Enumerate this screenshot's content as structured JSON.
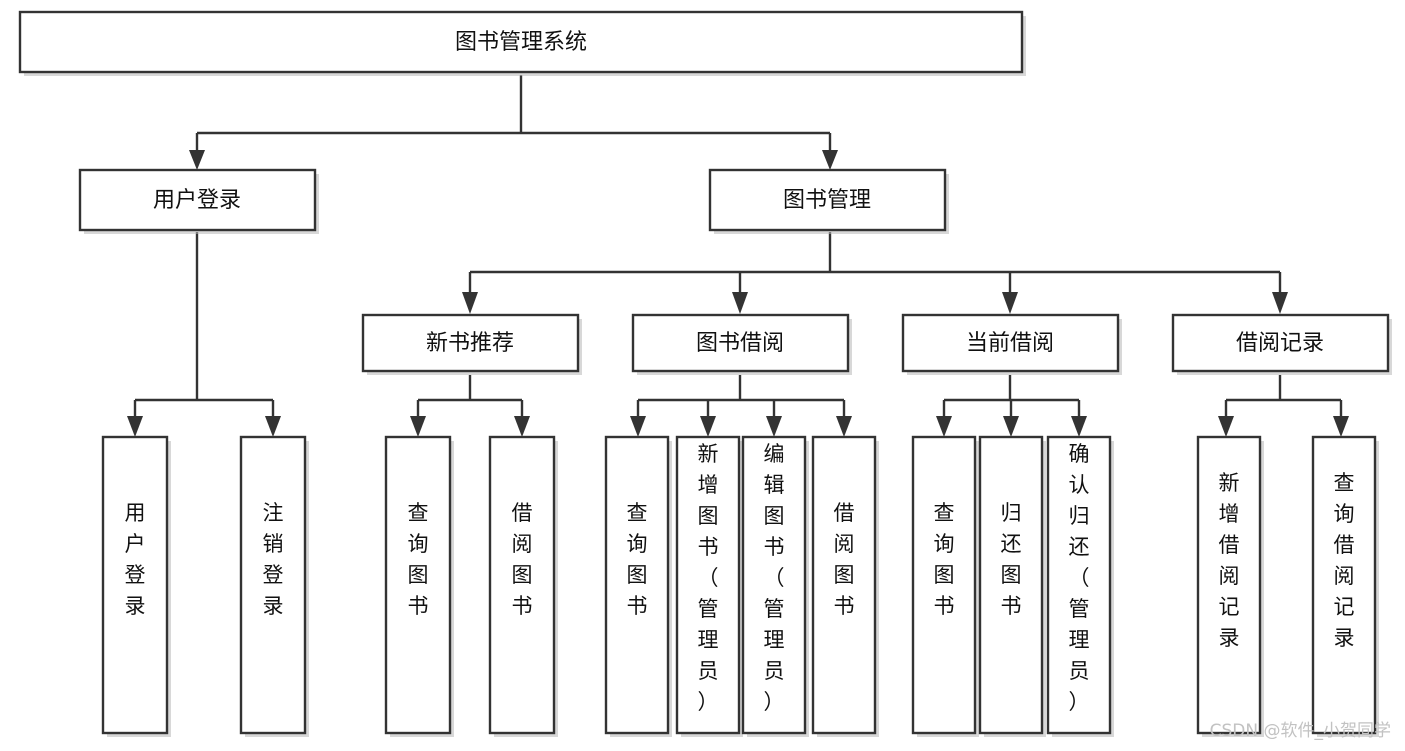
{
  "diagram": {
    "title": "图书管理系统",
    "type": "tree-hierarchy",
    "orientation": "top-down",
    "colors": {
      "box_stroke": "#333333",
      "box_fill": "#ffffff",
      "connector": "#333333",
      "text": "#111111",
      "watermark": "#c2c2c2",
      "background": "#ffffff"
    },
    "root": {
      "id": "root",
      "label": "图书管理系统",
      "orientation": "horizontal"
    },
    "level2": [
      {
        "id": "user-login",
        "label": "用户登录",
        "orientation": "horizontal"
      },
      {
        "id": "book-management",
        "label": "图书管理",
        "orientation": "horizontal"
      }
    ],
    "level3": [
      {
        "id": "new-book-recommend",
        "label": "新书推荐",
        "orientation": "horizontal",
        "parent": "book-management"
      },
      {
        "id": "book-borrow",
        "label": "图书借阅",
        "orientation": "horizontal",
        "parent": "book-management"
      },
      {
        "id": "current-borrow",
        "label": "当前借阅",
        "orientation": "horizontal",
        "parent": "book-management"
      },
      {
        "id": "borrow-record",
        "label": "借阅记录",
        "orientation": "horizontal",
        "parent": "book-management"
      }
    ],
    "leaves": [
      {
        "id": "leaf-user-login",
        "label": "用户登录",
        "parent": "user-login",
        "orientation": "vertical"
      },
      {
        "id": "leaf-logout",
        "label": "注销登录",
        "parent": "user-login",
        "orientation": "vertical"
      },
      {
        "id": "leaf-query-book-1",
        "label": "查询图书",
        "parent": "new-book-recommend",
        "orientation": "vertical"
      },
      {
        "id": "leaf-borrow-book-1",
        "label": "借阅图书",
        "parent": "new-book-recommend",
        "orientation": "vertical"
      },
      {
        "id": "leaf-query-book-2",
        "label": "查询图书",
        "parent": "book-borrow",
        "orientation": "vertical"
      },
      {
        "id": "leaf-add-book",
        "label": "新增图书（管理员）",
        "parent": "book-borrow",
        "orientation": "vertical"
      },
      {
        "id": "leaf-edit-book",
        "label": "编辑图书（管理员）",
        "parent": "book-borrow",
        "orientation": "vertical"
      },
      {
        "id": "leaf-borrow-book-2",
        "label": "借阅图书",
        "parent": "book-borrow",
        "orientation": "vertical"
      },
      {
        "id": "leaf-query-book-3",
        "label": "查询图书",
        "parent": "current-borrow",
        "orientation": "vertical"
      },
      {
        "id": "leaf-return-book",
        "label": "归还图书",
        "parent": "current-borrow",
        "orientation": "vertical"
      },
      {
        "id": "leaf-confirm-return",
        "label": "确认归还（管理员）",
        "parent": "current-borrow",
        "orientation": "vertical"
      },
      {
        "id": "leaf-add-record",
        "label": "新增借阅记录",
        "parent": "borrow-record",
        "orientation": "vertical"
      },
      {
        "id": "leaf-query-record",
        "label": "查询借阅记录",
        "parent": "borrow-record",
        "orientation": "vertical"
      }
    ],
    "watermark": "CSDN @软件_小贺同学"
  }
}
